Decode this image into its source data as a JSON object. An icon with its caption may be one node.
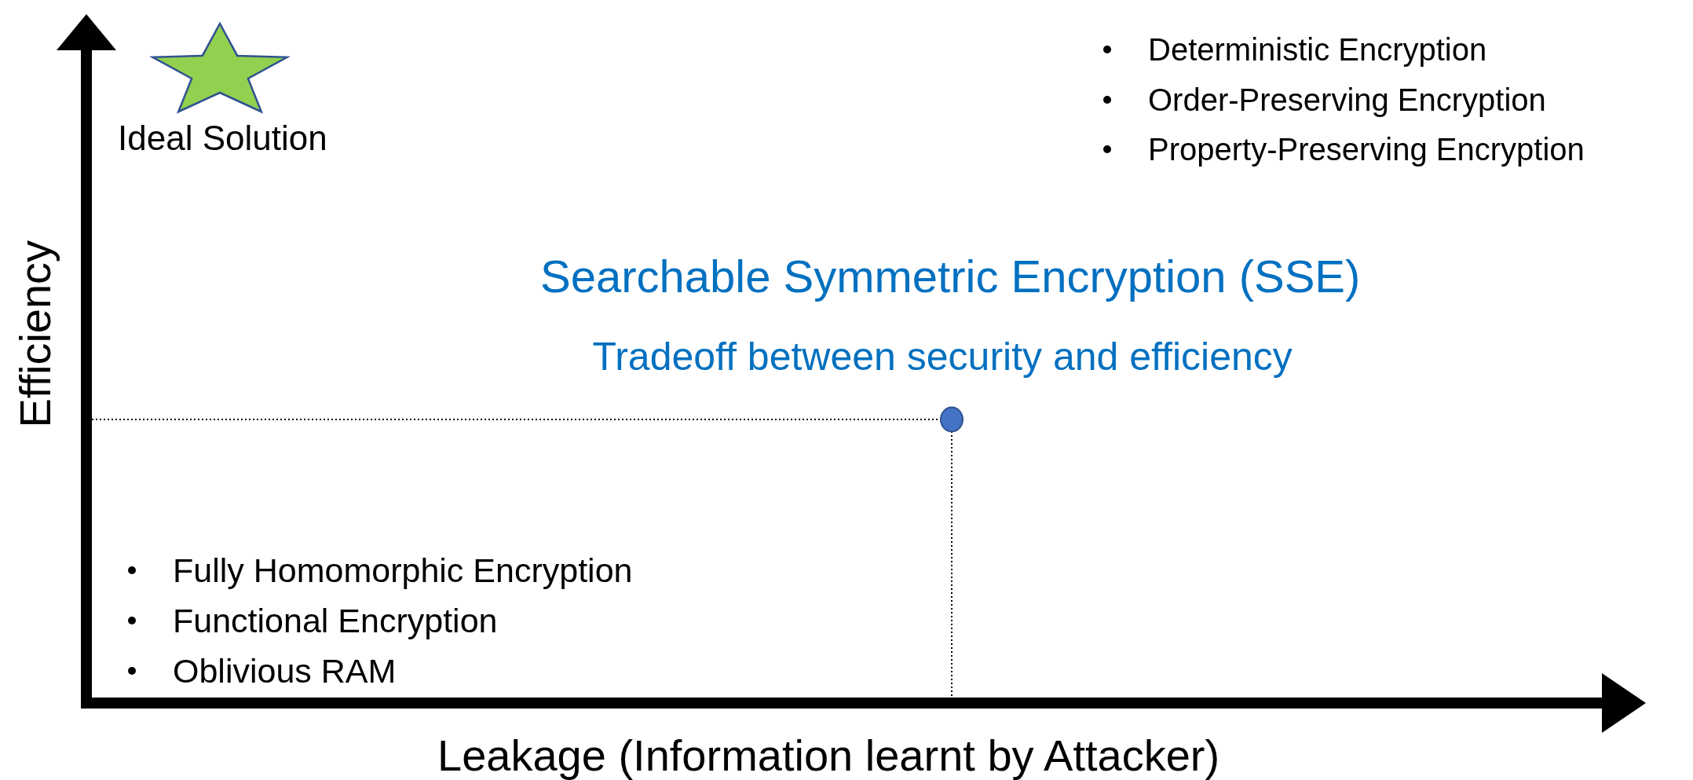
{
  "diagram": {
    "nodes": [
      {
        "text": [],
        "shape": "star",
        "beside": [
          "Ideal Solution"
        ]
      },
      {
        "text": [],
        "shape": "circle"
      }
    ],
    "edges": [],
    "labels": [
      "Deterministic Encryption",
      "Order-Preserving Encryption",
      "Property-Preserving Encryption",
      "Searchable Symmetric Encryption (SSE)",
      "Tradeoff between security and efficiency",
      "Efficiency",
      "Fully Homomorphic Encryption",
      "Functional Encryption",
      "Oblivious RAM",
      "Leakage (Information learnt by Attacker)"
    ]
  }
}
